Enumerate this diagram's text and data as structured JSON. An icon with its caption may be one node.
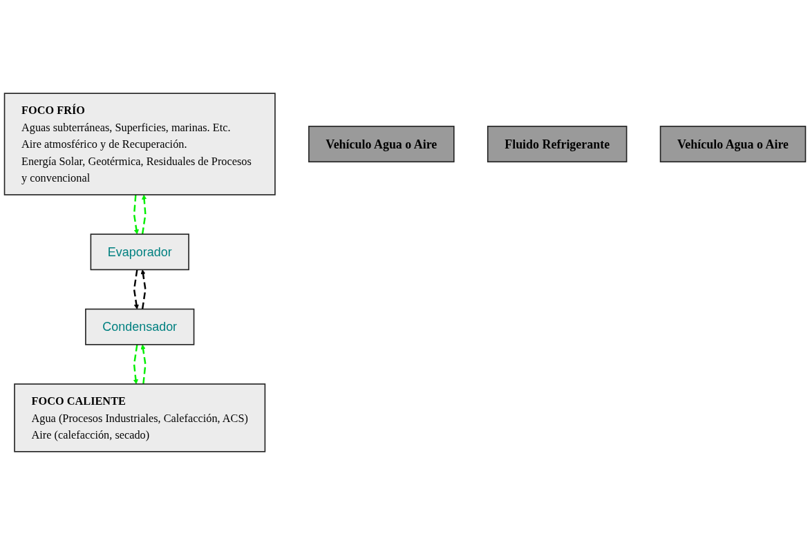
{
  "diagram": {
    "nodes": [
      {
        "text": [
          "FOCO FRÍO",
          "Aguas subterráneas, Superficies, marinas. Etc.",
          "Aire atmosférico y de Recuperación.",
          "Energía Solar, Geotérmica, Residuales de Procesos y convencional"
        ]
      },
      {
        "text": [
          "Evaporador"
        ]
      },
      {
        "text": [
          "Condensador"
        ]
      },
      {
        "text": [
          "FOCO CALIENTE",
          "Agua (Procesos Industriales, Calefacción, ACS)",
          "Aire (calefacción, secado)"
        ]
      },
      {
        "text": [
          "Vehículo Agua o Aire"
        ]
      },
      {
        "text": [
          "Fluido Refrigerante"
        ]
      },
      {
        "text": [
          "Vehículo Agua o Aire"
        ]
      }
    ],
    "edges": [
      {
        "from": 0,
        "to": 1,
        "arrow": "to",
        "style": "dashed"
      },
      {
        "from": 1,
        "to": 0,
        "arrow": "to",
        "style": "dashed"
      },
      {
        "from": 1,
        "to": 2,
        "arrow": "to",
        "style": "dashed",
        "color": "#000000"
      },
      {
        "from": 2,
        "to": 1,
        "arrow": "to",
        "style": "dashed",
        "color": "#000000"
      },
      {
        "from": 2,
        "to": 3,
        "arrow": "to",
        "style": "dashed"
      },
      {
        "from": 3,
        "to": 2,
        "arrow": "to",
        "style": "dashed"
      }
    ]
  }
}
